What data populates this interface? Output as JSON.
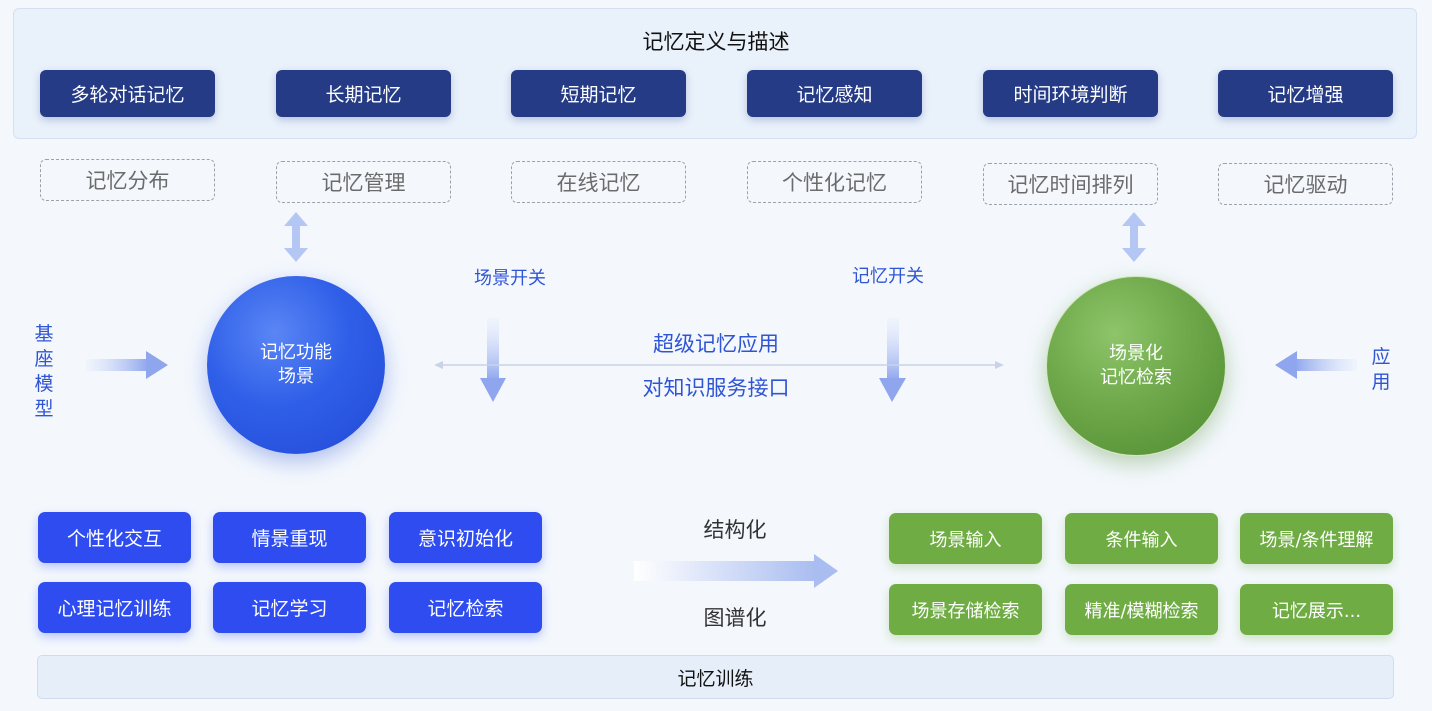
{
  "top_section": {
    "title": "记忆定义与描述",
    "items": [
      "多轮对话记忆",
      "长期记忆",
      "短期记忆",
      "记忆感知",
      "时间环境判断",
      "记忆增强"
    ]
  },
  "feature_row": {
    "items": [
      "记忆分布",
      "记忆管理",
      "在线记忆",
      "个性化记忆",
      "记忆时间排列",
      "记忆驱动"
    ]
  },
  "left_input": {
    "label": "基座模型",
    "chars": [
      "基",
      "座",
      "模",
      "型"
    ]
  },
  "right_input": {
    "label": "应用",
    "chars": [
      "应",
      "用"
    ]
  },
  "left_circle": {
    "line1": "记忆功能",
    "line2": "场景"
  },
  "right_circle": {
    "line1": "场景化",
    "line2": "记忆检索"
  },
  "switches": {
    "left": "场景开关",
    "right": "记忆开关"
  },
  "center": {
    "line1": "超级记忆应用",
    "line2": "对知识服务接口"
  },
  "left_grid": {
    "items": [
      "个性化交互",
      "情景重现",
      "意识初始化",
      "心理记忆训练",
      "记忆学习",
      "记忆检索"
    ]
  },
  "right_grid": {
    "items": [
      "场景输入",
      "条件输入",
      "场景/条件理解",
      "场景存储检索",
      "精准/模糊检索",
      "记忆展示..."
    ]
  },
  "transform": {
    "top": "结构化",
    "bottom": "图谱化"
  },
  "bottom_bar": {
    "label": "记忆训练"
  },
  "colors": {
    "navy": "#253b86",
    "blue": "#2e4cf0",
    "green": "#6fad44",
    "accent_text": "#2f55d4"
  }
}
